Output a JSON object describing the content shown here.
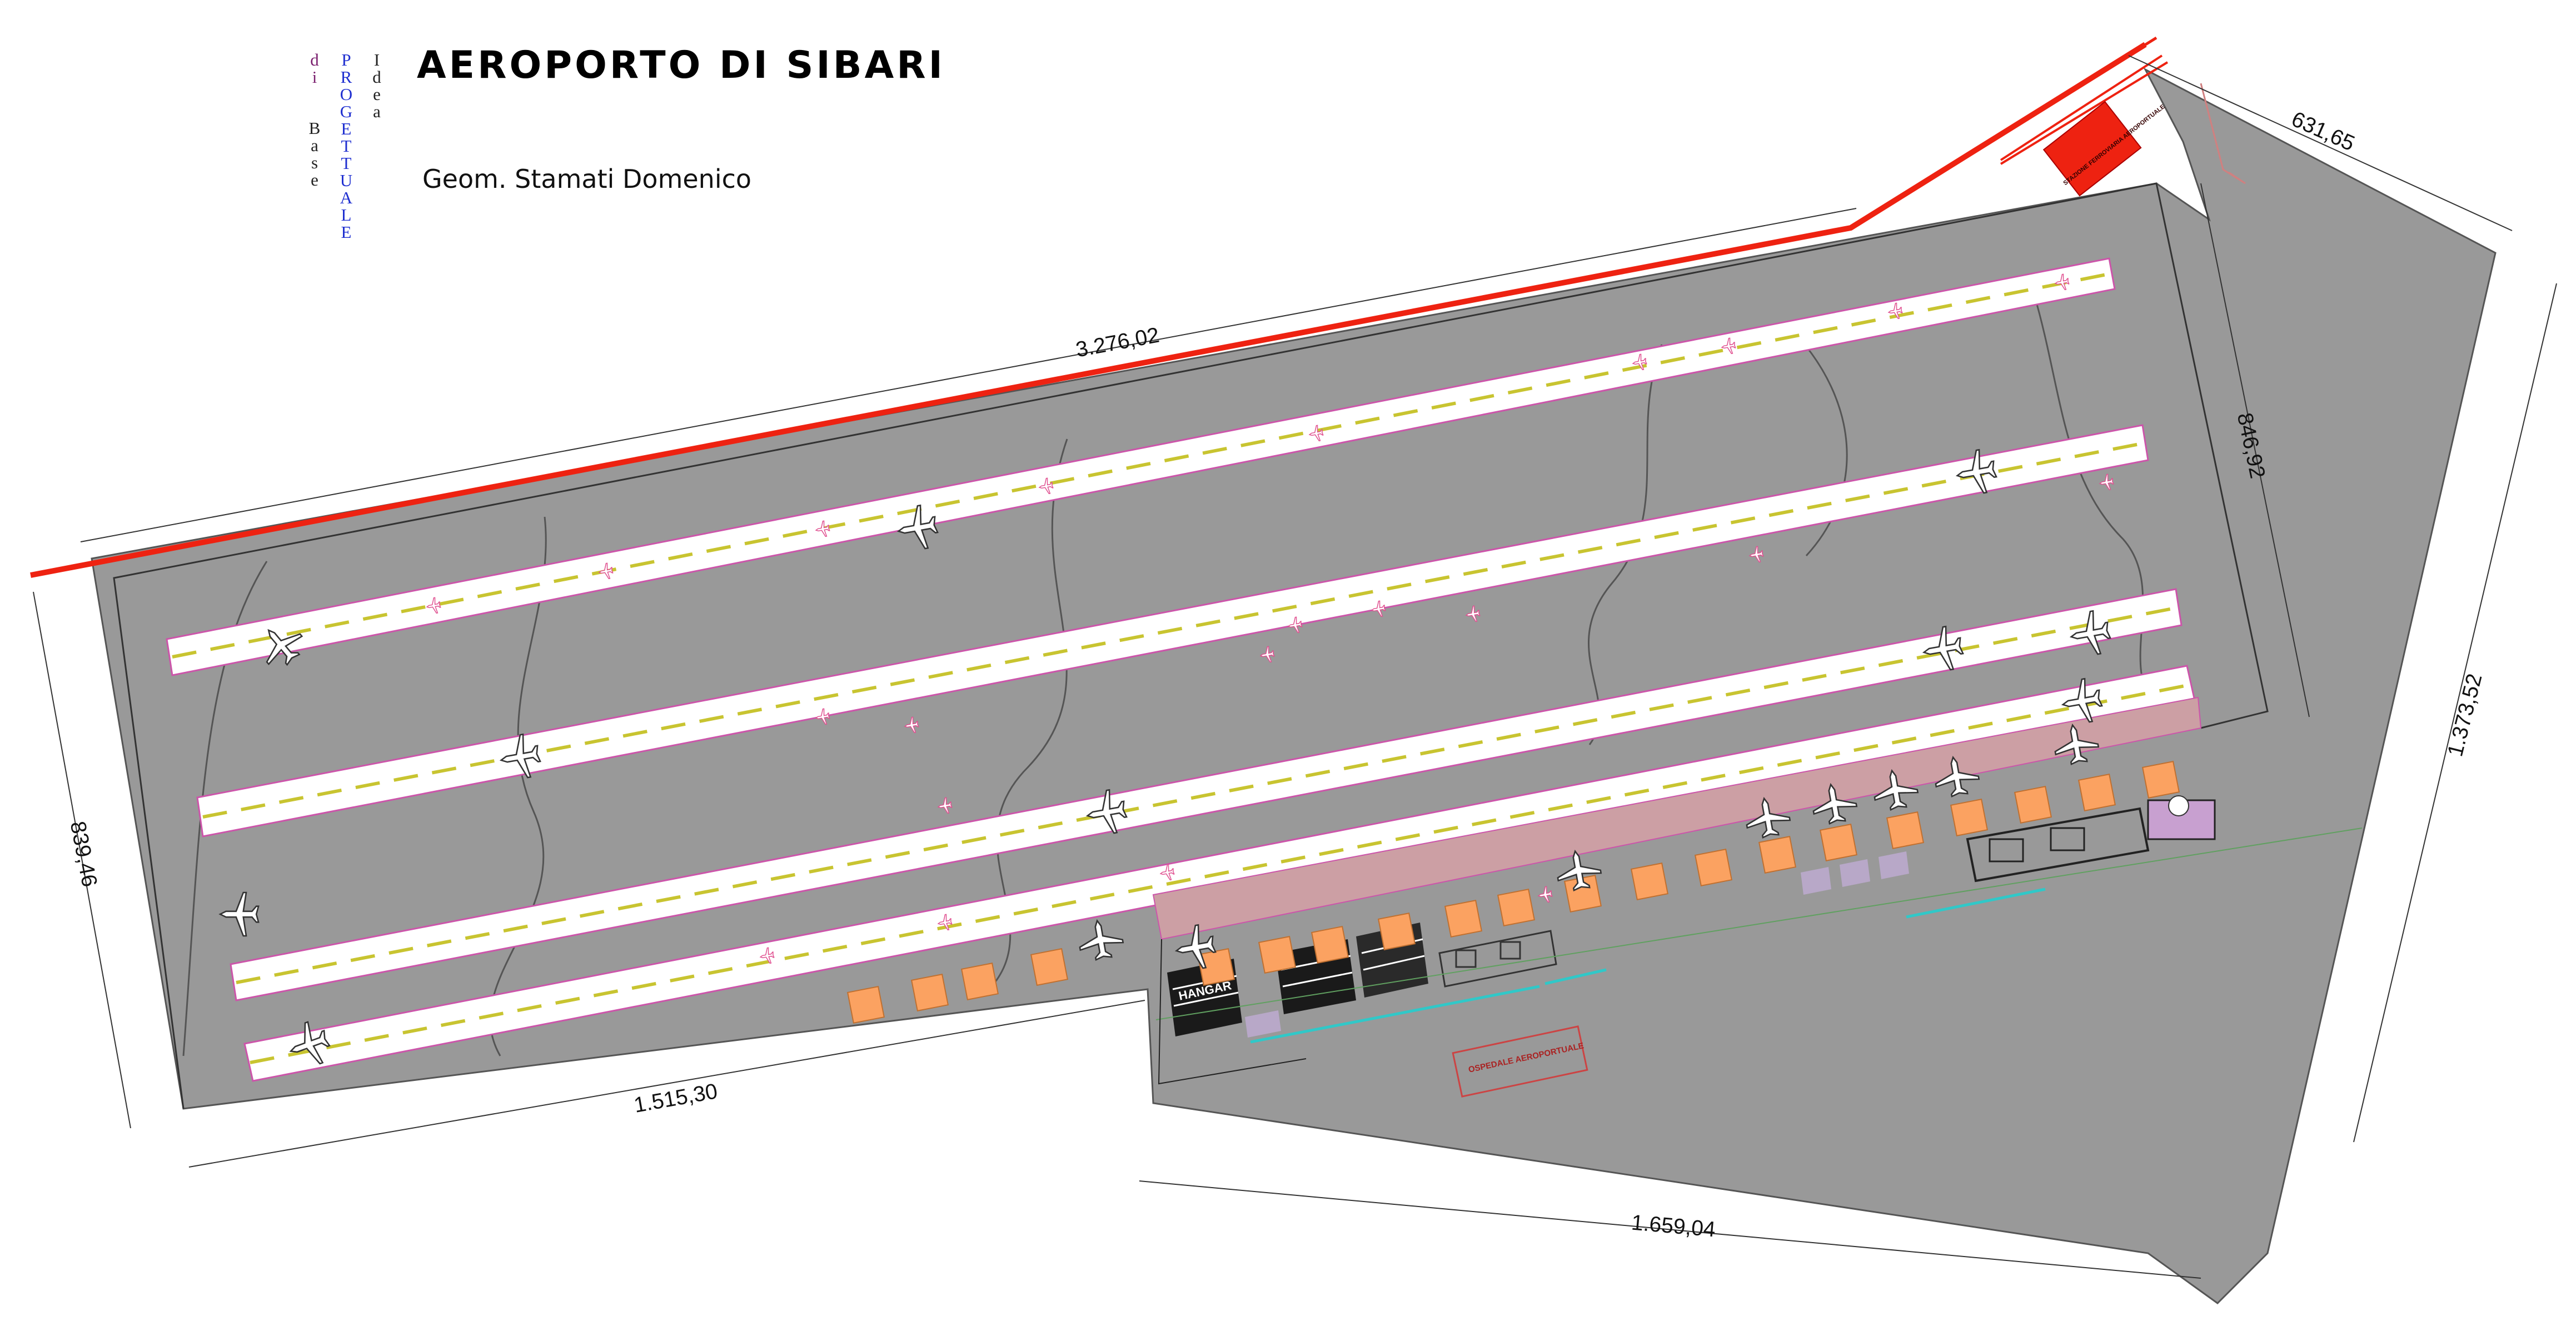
{
  "header": {
    "title": "AEROPORTO DI SIBARI",
    "author": "Geom. Stamati Domenico",
    "vertical_words": [
      {
        "text": "di",
        "color": "#7a1f6e"
      },
      {
        "text": "Base",
        "color": "#222222"
      },
      {
        "text": "PROGETTUALE",
        "color": "#1f2fd0"
      },
      {
        "text": "Idea",
        "color": "#222222"
      }
    ]
  },
  "dimensions": {
    "top": "3.276,02",
    "top_right": "631,65",
    "right_upper": "846,92",
    "right_outer": "1.373,52",
    "left": "839,46",
    "bottom_left": "1.515,30",
    "bottom_right": "1.659,04"
  },
  "labels": {
    "station": "STAZIONE FERROVIARIA AEROPORTUALE",
    "hospital": "OSPEDALE AEROPORTUALE",
    "hangar": "HANGAR"
  },
  "colors": {
    "airfield": "#999999",
    "runway": "#ffffff",
    "centerline": "#c8c430",
    "railway": "#ee2211",
    "apron": "#cc9fa4",
    "stand": "#fba261"
  }
}
